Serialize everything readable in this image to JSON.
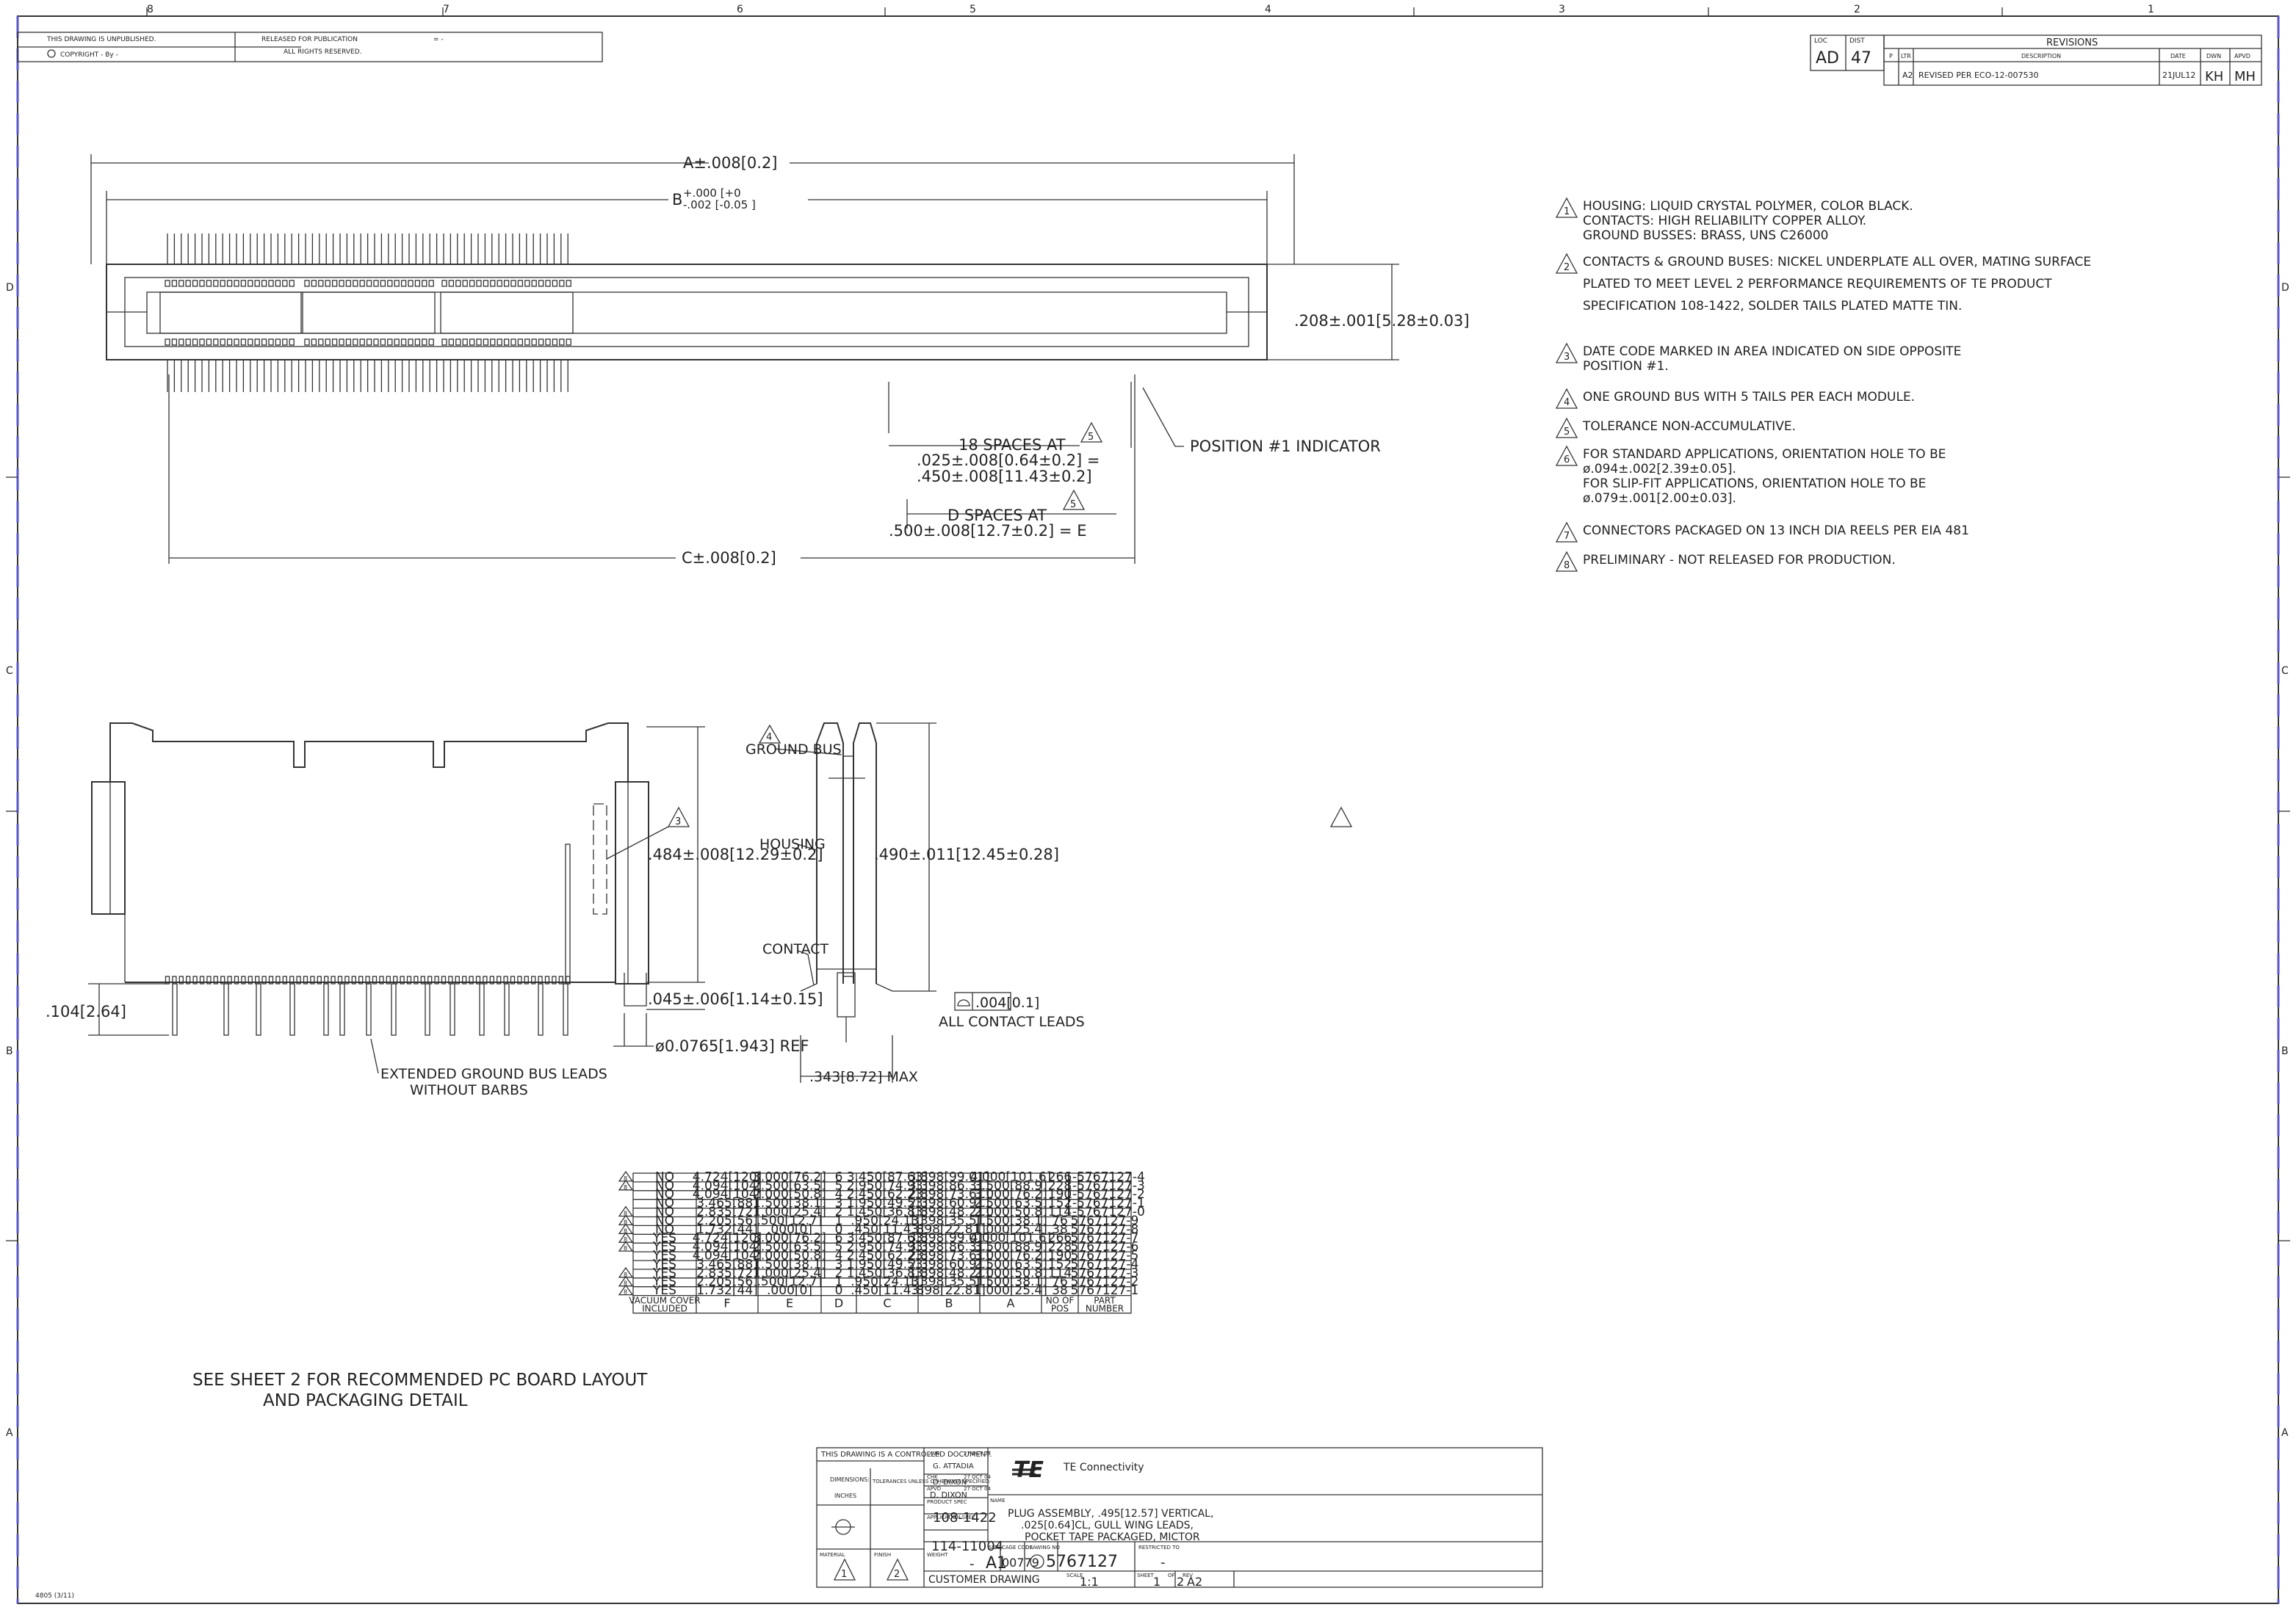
{
  "zones": {
    "top": [
      "8",
      "7",
      "6",
      "5",
      "4",
      "3",
      "2",
      "1"
    ],
    "side": [
      "D",
      "C",
      "B",
      "A"
    ]
  },
  "titlebox_top": {
    "unpublished": "THIS DRAWING IS UNPUBLISHED.",
    "released": "RELEASED FOR PUBLICATION",
    "rel_by": "=  -",
    "copyright": "COPYRIGHT   -    By -",
    "rights": "ALL RIGHTS RESERVED."
  },
  "revisions": {
    "loc_label": "LOC",
    "loc": "AD",
    "dist_label": "DIST",
    "dist": "47",
    "title": "REVISIONS",
    "headers": [
      "P",
      "LTR",
      "DESCRIPTION",
      "DATE",
      "DWN",
      "APVD"
    ],
    "row": [
      "",
      "A2",
      "REVISED PER ECO-12-007530",
      "21JUL12",
      "KH",
      "MH"
    ]
  },
  "notes": [
    {
      "num": "1",
      "lines": [
        "HOUSING: LIQUID CRYSTAL POLYMER, COLOR BLACK.",
        "CONTACTS: HIGH RELIABILITY COPPER ALLOY.",
        "GROUND BUSSES: BRASS, UNS C26000"
      ]
    },
    {
      "num": "2",
      "lines": [
        "CONTACTS & GROUND BUSES: NICKEL UNDERPLATE ALL OVER, MATING SURFACE",
        "PLATED TO MEET LEVEL 2 PERFORMANCE REQUIREMENTS OF TE PRODUCT",
        "SPECIFICATION 108-1422, SOLDER TAILS PLATED MATTE TIN."
      ]
    },
    {
      "num": "3",
      "lines": [
        "DATE CODE MARKED IN AREA INDICATED ON SIDE OPPOSITE",
        "POSITION #1."
      ]
    },
    {
      "num": "4",
      "lines": [
        "ONE GROUND BUS WITH 5 TAILS PER EACH MODULE."
      ]
    },
    {
      "num": "5",
      "lines": [
        "TOLERANCE NON-ACCUMULATIVE."
      ]
    },
    {
      "num": "6",
      "lines": [
        "FOR STANDARD APPLICATIONS, ORIENTATION HOLE TO BE",
        "ø.094±.002[2.39±0.05].",
        "FOR SLIP-FIT APPLICATIONS, ORIENTATION HOLE TO BE",
        "ø.079±.001[2.00±0.03]."
      ]
    },
    {
      "num": "7",
      "lines": [
        "CONNECTORS PACKAGED ON 13 INCH DIA REELS PER EIA 481"
      ]
    },
    {
      "num": "8",
      "lines": [
        "PRELIMINARY - NOT RELEASED FOR PRODUCTION."
      ]
    }
  ],
  "dims_top": {
    "a": "A±.008[0.2]",
    "b_main": "B",
    "b_tol_top": "+.000 [+0",
    "b_tol_bot": "-.002 [-0.05 ]",
    "height": ".208±.001[5.28±0.03]",
    "spaces18": "18 SPACES AT",
    "spaces18_v1": ".025±.008[0.64±0.2] =",
    "spaces18_v2": ".450±.008[11.43±0.2]",
    "pos1": "POSITION #1 INDICATOR",
    "dspaces": "D SPACES AT",
    "dspaces_v": ".500±.008[12.7±0.2] = E",
    "c": "C±.008[0.2]"
  },
  "dims_side": {
    "h484": ".484±.008[12.29±0.2]",
    "h045": ".045±.006[1.14±0.15]",
    "dia": "ø0.0765[1.943]  REF",
    "h104": ".104[2.64]",
    "ext1": "EXTENDED GROUND BUS LEADS",
    "ext2": "WITHOUT BARBS"
  },
  "dims_end": {
    "ground_bus": "GROUND BUS",
    "housing": "HOUSING",
    "contact": "CONTACT",
    "h490": ".490±.011[12.45±0.28]",
    "flat": ".004[0.1]",
    "all_leads": "ALL CONTACT LEADS",
    "w343": ".343[8.72]  MAX"
  },
  "see_sheet": [
    "SEE SHEET 2 FOR RECOMMENDED PC BOARD LAYOUT",
    "AND PACKAGING DETAIL"
  ],
  "table": {
    "headers": [
      "VACUUM COVER INCLUDED",
      "F",
      "E",
      "D",
      "C",
      "B",
      "A",
      "NO OF POS",
      "PART NUMBER"
    ],
    "rows": [
      {
        "note": "8",
        "cells": [
          "NO",
          "4.724[120]",
          "3.000[76.2]",
          "6",
          "3.450[87.63]",
          "3.898[99.01]",
          "4.000[101.6]",
          "266",
          "1-5767127-4"
        ]
      },
      {
        "note": "8",
        "cells": [
          "NO",
          "4.094[104]",
          "2.500[63.5]",
          "5",
          "2.950[74.93]",
          "3.398[86.31]",
          "3.500[88.9]",
          "228",
          "1-5767127-3"
        ]
      },
      {
        "note": "",
        "cells": [
          "NO",
          "4.094[104]",
          "2.000[50.8]",
          "4",
          "2.450[62.23]",
          "2.898[73.61]",
          "3.000[76.2]",
          "190",
          "1-5767127-2"
        ]
      },
      {
        "note": "",
        "cells": [
          "NO",
          "3.465[88]",
          "1.500[38.1]",
          "3",
          "1.950[49.53]",
          "2.398[60.91]",
          "2.500[63.5]",
          "152",
          "1-5767127-1"
        ]
      },
      {
        "note": "8",
        "cells": [
          "NO",
          "2.835[72]",
          "1.000[25.4]",
          "2",
          "1.450[36.83]",
          "1.898[48.21]",
          "2.000[50.8]",
          "114",
          "1-5767127-0"
        ]
      },
      {
        "note": "8",
        "cells": [
          "NO",
          "2.205[56]",
          ".500[12.7]",
          "1",
          ".950[24.13]",
          "1.398[35.51]",
          "1.500[38.1]",
          "76",
          "5767127-9"
        ]
      },
      {
        "note": "8",
        "cells": [
          "NO",
          "1.732[44]",
          ".000[0]",
          "0",
          ".450[11.43]",
          ".898[22.81]",
          "1.000[25.4]",
          "38",
          "5767127-8"
        ]
      },
      {
        "note": "8",
        "cells": [
          "YES",
          "4.724[120]",
          "3.000[76.2]",
          "6",
          "3.450[87.63]",
          "3.898[99.01]",
          "4.000[101.6]",
          "266",
          "5767127-7"
        ]
      },
      {
        "note": "8",
        "cells": [
          "YES",
          "4.094[104]",
          "2.500[63.5]",
          "5",
          "2.950[74.93]",
          "3.398[86.31]",
          "3.500[88.9]",
          "228",
          "5767127-6"
        ]
      },
      {
        "note": "",
        "cells": [
          "YES",
          "4.094[104]",
          "2.000[50.8]",
          "4",
          "2.450[62.23]",
          "2.898[73.61]",
          "3.000[76.2]",
          "190",
          "5767127-5"
        ]
      },
      {
        "note": "",
        "cells": [
          "YES",
          "3.465[88]",
          "1.500[38.1]",
          "3",
          "1.950[49.53]",
          "2.398[60.91]",
          "2.500[63.5]",
          "152",
          "5767127-4"
        ]
      },
      {
        "note": "8",
        "cells": [
          "YES",
          "2.835[72]",
          "1.000[25.4]",
          "2",
          "1.450[36.83]",
          "1.898[48.21]",
          "2.000[50.8]",
          "114",
          "5767127-3"
        ]
      },
      {
        "note": "8",
        "cells": [
          "YES",
          "2.205[56]",
          ".500[12.7]",
          "1",
          ".950[24.13]",
          "1.398[35.51]",
          "1.500[38.1]",
          "76",
          "5767127-2"
        ]
      },
      {
        "note": "8",
        "cells": [
          "YES",
          "1.732[44]",
          ".000[0]",
          "0",
          ".450[11.43]",
          ".898[22.81]",
          "1.000[25.4]",
          "38",
          "5767127-1"
        ]
      }
    ]
  },
  "titleblock": {
    "controlled": "THIS DRAWING IS A CONTROLLED DOCUMENT.",
    "dwn_label": "DWN",
    "dwn": "G. ATTADIA",
    "dwn_date": "27 OCT 04",
    "chk_label": "CHK",
    "chk": "D. DIXON",
    "chk_date": "27 OCT 04",
    "apvd_label": "APVD",
    "apvd": "D. DIXON",
    "apvd_date": "27 OCT 04",
    "dimensions": "DIMENSIONS:",
    "inches": "INCHES",
    "tolerances": "TOLERANCES UNLESS OTHERWISE SPECIFIED:",
    "product_spec_label": "PRODUCT SPEC",
    "product_spec": "108-1422",
    "app_spec_label": "APPLICATION SPEC",
    "app_spec": "114-11004",
    "weight_label": "WEIGHT",
    "weight": "-",
    "material": "MATERIAL",
    "finish": "FINISH",
    "company": "TE Connectivity",
    "logo": "TE",
    "name_label": "NAME",
    "name_lines": [
      "PLUG ASSEMBLY, .495[12.57] VERTICAL,",
      ".025[0.64]CL, GULL WING LEADS,",
      "POCKET TAPE PACKAGED, MICTOR"
    ],
    "size_label": "SIZE",
    "size": "A1",
    "cage_label": "CAGE CODE",
    "cage": "00779",
    "dwg_label": "DRAWING NO",
    "dwg": "5767127",
    "restricted_label": "RESTRICTED TO",
    "restricted": "-",
    "customer": "CUSTOMER DRAWING",
    "scale_label": "SCALE",
    "scale": "1:1",
    "sheet_label": "SHEET",
    "sheet": "1",
    "of": "2",
    "rev_label": "REV",
    "rev": "A2"
  },
  "form_no": "4805 (3/11)"
}
